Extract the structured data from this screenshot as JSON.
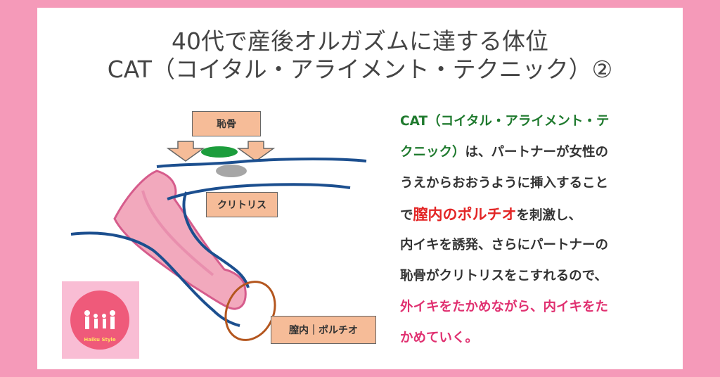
{
  "title": {
    "line1": "40代で産後オルガズムに達する体位",
    "line2": "CAT（コイタル・アライメント・テクニック）②"
  },
  "labels": {
    "pubic_bone": "恥骨",
    "clitoris": "クリトリス",
    "vaginal": "膣内｜ポルチオ"
  },
  "description": {
    "l1_green": "CAT（コイタル・アライメント・テ",
    "l2_green": "クニック）",
    "l2_rest": "は、パートナーが女性の",
    "l3": "うえからおおうように挿入すること",
    "l4_pre": "で",
    "l4_red": "膣内のポルチオ",
    "l4_post": "を刺激し、",
    "l5": "内イキを誘発、さらにパートナーの",
    "l6": "恥骨がクリトリスをこすれるので、",
    "l7_pink": "外イキをたかめながら、内イキをた",
    "l8_pink": "かめていく。"
  },
  "logo": {
    "caption": "Haiku Style"
  },
  "colors": {
    "background": "#f59ab9",
    "card": "#ffffff",
    "green_text": "#1f7a2e",
    "red_text": "#e32626",
    "pink_text": "#e03070",
    "label_fill": "#f6bc98",
    "body_line": "#1c4f8f",
    "penis_fill": "#f2a9bd",
    "ring": "#b4561e"
  }
}
